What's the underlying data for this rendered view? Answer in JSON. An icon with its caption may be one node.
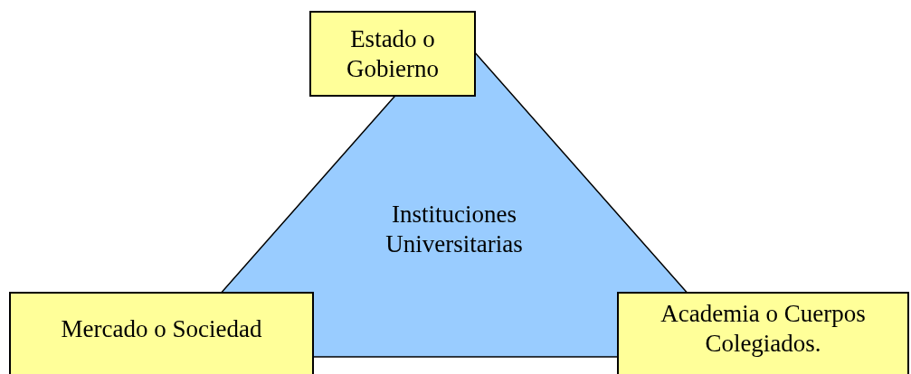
{
  "diagram": {
    "nodes": [
      {
        "text": [
          "Estado o Gobierno"
        ]
      },
      {
        "text": [
          "Instituciones Universitarias"
        ]
      },
      {
        "text": [
          "Mercado o Sociedad"
        ]
      },
      {
        "text": [
          "Academia o Cuerpos Colegiados."
        ]
      }
    ]
  }
}
